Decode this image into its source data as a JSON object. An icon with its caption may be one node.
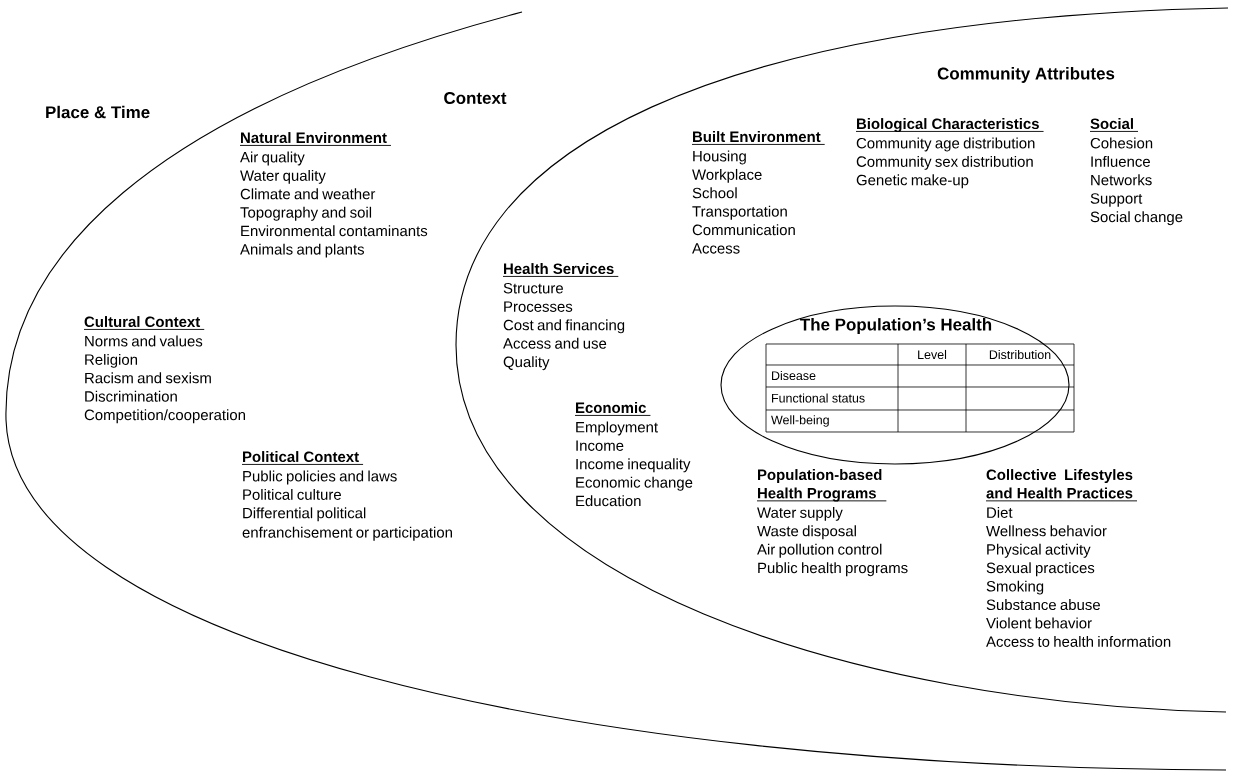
{
  "diagram": {
    "nodes": [
      {
        "text": [
          "Context"
        ]
      },
      {
        "text": [
          "Community Attributes"
        ]
      },
      {
        "text": [
          "The Population’s Health"
        ]
      }
    ],
    "labels": [
      "Place & Time",
      "Natural Environment",
      "Air quality",
      "Water quality",
      "Climate and weather",
      "Topography and soil",
      "Environmental contaminants",
      "Animals and plants",
      "Cultural Context",
      "Norms and values",
      "Religion",
      "Racism and sexism",
      "Discrimination",
      "Competition/cooperation",
      "Political Context",
      "Public policies and laws",
      "Political culture",
      "Differential political enfranchisement or participation",
      "Built Environment",
      "Housing",
      "Workplace",
      "School",
      "Transportation",
      "Communication",
      "Access",
      "Biological Characteristics",
      "Community age distribution",
      "Community sex distribution",
      "Genetic make-up",
      "Social",
      "Cohesion",
      "Influence",
      "Networks",
      "Support",
      "Social change",
      "Health Services",
      "Structure",
      "Processes",
      "Cost and financing",
      "Access and use",
      "Quality",
      "Economic",
      "Employment",
      "Income",
      "Income inequality",
      "Economic change",
      "Education",
      "Population-based Health Programs",
      "Water supply",
      "Waste disposal",
      "Air pollution control",
      "Public health programs",
      "Collective Lifestyles and Health Practices",
      "Diet",
      "Wellness behavior",
      "Physical activity",
      "Sexual practices",
      "Smoking",
      "Substance abuse",
      "Violent behavior",
      "Access to health information",
      "Level",
      "Distribution",
      "Disease",
      "Functional status",
      "Well-being"
    ]
  }
}
